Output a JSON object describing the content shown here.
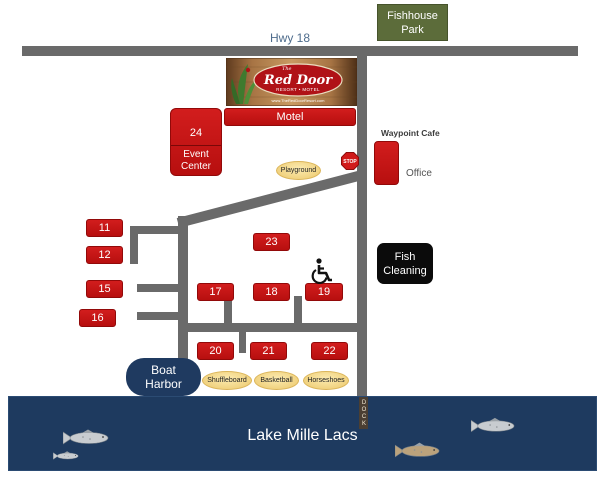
{
  "map": {
    "highway_label": "Hwy 18",
    "fishhouse_park": {
      "lines": [
        "Fishhouse",
        "Park"
      ]
    },
    "sign": {
      "the": "The",
      "name": "Red Door",
      "subtitle": "RESORT • MOTEL",
      "url": "www.TheRedDoorResort.com"
    },
    "motel": "Motel",
    "event_center": {
      "number": "24",
      "lines": [
        "Event",
        "Center"
      ]
    },
    "waypoint_cafe": "Waypoint Cafe",
    "office": "Office",
    "stop_sign": "STOP",
    "playground": "Playground",
    "sites": [
      {
        "number": "11"
      },
      {
        "number": "12"
      },
      {
        "number": "15"
      },
      {
        "number": "16"
      },
      {
        "number": "23"
      },
      {
        "number": "17"
      },
      {
        "number": "18"
      },
      {
        "number": "19"
      },
      {
        "number": "20"
      },
      {
        "number": "21"
      },
      {
        "number": "22"
      }
    ],
    "fish_cleaning": {
      "lines": [
        "Fish",
        "Cleaning"
      ]
    },
    "boat_harbor": {
      "lines": [
        "Boat",
        "Harbor"
      ]
    },
    "amenities": {
      "shuffleboard": "Shuffleboard",
      "basketball": "Basketball",
      "horseshoes": "Horseshoes"
    },
    "dock": "DOCK",
    "lake": "Lake Mille Lacs"
  },
  "icons": {
    "stop_sign": "stop-sign-icon",
    "accessibility": "wheelchair-icon",
    "fish": "fish-icon",
    "logo": "red-door-resort-logo"
  },
  "colors": {
    "site_red": "#c41414",
    "road_gray": "#6a6a6a",
    "lake_navy": "#1e3a5f",
    "boat_harbor_navy": "#1f3a60",
    "fish_cleaning_black": "#0b0b0b",
    "fishhouse_green": "#5c6c3a",
    "amenity_oval_yellow": "#f3d98c",
    "highway_label_blue": "#4e6c8c"
  }
}
